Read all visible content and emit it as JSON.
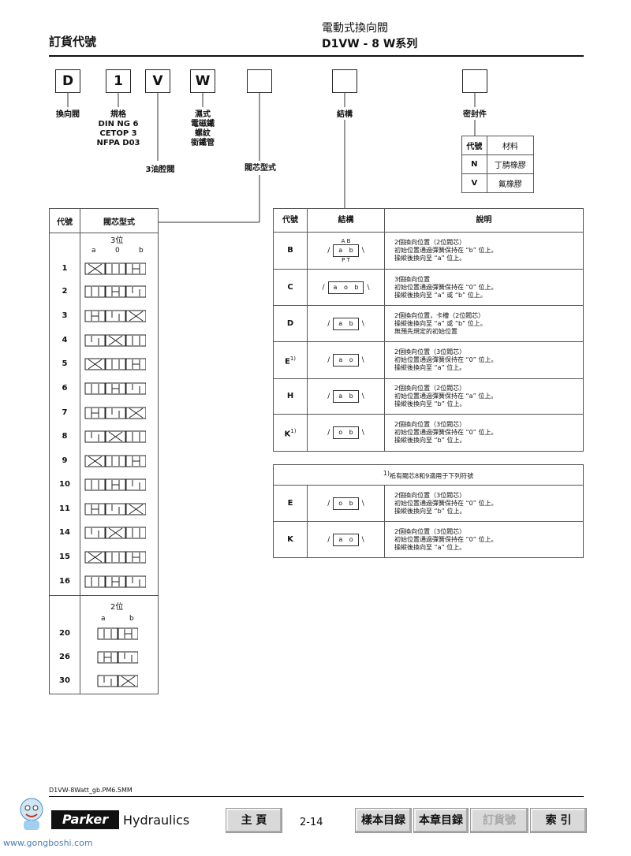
{
  "header": {
    "left_title": "訂貨代號",
    "right_line1": "電動式換向閥",
    "right_line2": "D1VW - 8 W系列"
  },
  "order_code": {
    "boxes": [
      "D",
      "1",
      "V",
      "W",
      "",
      "",
      ""
    ],
    "labels": {
      "d": "換向閥",
      "spec_title": "規格",
      "spec_lines": [
        "DIN NG 6",
        "CETOP 3",
        "NFPA D03"
      ],
      "three_oil": "3油腔閥",
      "w_lines": [
        "濕式",
        "電磁鐵",
        "螺紋",
        "銜鐵管"
      ],
      "spool_type": "閥芯型式",
      "structure": "結構",
      "seal": "密封件"
    }
  },
  "seal_table": {
    "headers": [
      "代號",
      "材料"
    ],
    "rows": [
      [
        "N",
        "丁腈橡膠"
      ],
      [
        "V",
        "氟橡膠"
      ]
    ]
  },
  "spool_table": {
    "headers": [
      "代號",
      "閥芯型式"
    ],
    "three_pos": {
      "title": "3位",
      "positions": [
        "a",
        "0",
        "b"
      ]
    },
    "three_codes": [
      "1",
      "2",
      "3",
      "4",
      "5",
      "6",
      "7",
      "8",
      "9",
      "10",
      "11",
      "14",
      "15",
      "16"
    ],
    "two_pos": {
      "title": "2位",
      "positions": [
        "a",
        "b"
      ]
    },
    "two_codes": [
      "20",
      "26",
      "30"
    ]
  },
  "structure_table": {
    "headers": [
      "代號",
      "結構",
      "說明"
    ],
    "rows": [
      {
        "code": "B",
        "sup": "",
        "sym": "a b",
        "ports_top": "A  B",
        "ports_bottom": "P  T",
        "desc": [
          "2個換向位置（2位閥芯）",
          "初始位置通過彈簧保持在 “b” 位上。",
          "操縱後換向至 “a” 位上。"
        ]
      },
      {
        "code": "C",
        "sup": "",
        "sym": "a o b",
        "desc": [
          "3個換向位置",
          "初始位置通過彈簧保持在 “0” 位上。",
          "操縱後換向至 “a” 或 “b” 位上。"
        ]
      },
      {
        "code": "D",
        "sup": "",
        "sym": "a b",
        "desc": [
          "2個換向位置，卡槽（2位閥芯）",
          "操縱後換向至 “a” 或 “b” 位上。",
          "無預先規定的初始位置"
        ]
      },
      {
        "code": "E",
        "sup": "1)",
        "sym": "a o",
        "desc": [
          "2個換向位置（3位閥芯）",
          "初始位置通過彈簧保持在 “0” 位上。",
          "操縱後換向至 “a” 位上。"
        ]
      },
      {
        "code": "H",
        "sup": "",
        "sym": "a b",
        "desc": [
          "2個換向位置（2位閥芯）",
          "初始位置通過彈簧保持在 “a” 位上。",
          "操縱後換向至 “b” 位上。"
        ]
      },
      {
        "code": "K",
        "sup": "1)",
        "sym": "o b",
        "desc": [
          "2個換向位置（3位閥芯）",
          "初始位置通過彈簧保持在 “0” 位上。",
          "操縱後換向至 “b” 位上。"
        ]
      }
    ]
  },
  "note_table": {
    "title": "祗有閥芯8和9適用于下列符號",
    "sup": "1)",
    "rows": [
      {
        "code": "E",
        "sym": "o b",
        "desc": [
          "2個換向位置（3位閥芯）",
          "初始位置通過彈簧保持在 “0” 位上。",
          "操縱後換向至 “b” 位上。"
        ]
      },
      {
        "code": "K",
        "sym": "a o",
        "desc": [
          "2個換向位置（3位閥芯）",
          "初始位置通過彈簧保持在 “0” 位上。",
          "操縱後換向至 “a” 位上。"
        ]
      }
    ]
  },
  "footer": {
    "filename": "D1VW-8Watt_gb.PM6.5MM",
    "brand": "Parker",
    "brand_suffix": "Hydraulics",
    "watermark": "www.gongboshi.com",
    "page": "2-14",
    "buttons": [
      "主 頁",
      "樣本目録",
      "本章目録",
      "訂貨號",
      "索 引"
    ]
  }
}
